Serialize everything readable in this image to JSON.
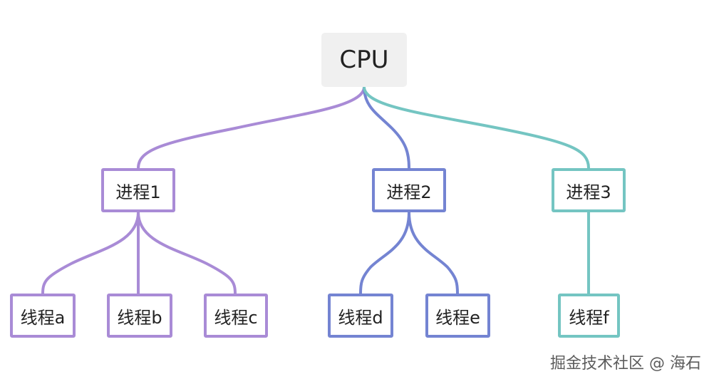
{
  "root": {
    "label": "CPU"
  },
  "processes": [
    {
      "label": "进程1",
      "color": "#a98bd6",
      "threads": [
        {
          "label": "线程a"
        },
        {
          "label": "线程b"
        },
        {
          "label": "线程c"
        }
      ]
    },
    {
      "label": "进程2",
      "color": "#7484d2",
      "threads": [
        {
          "label": "线程d"
        },
        {
          "label": "线程e"
        }
      ]
    },
    {
      "label": "进程3",
      "color": "#74c5c2",
      "threads": [
        {
          "label": "线程f"
        }
      ]
    }
  ],
  "watermark": "掘金技术社区 @ 海石"
}
